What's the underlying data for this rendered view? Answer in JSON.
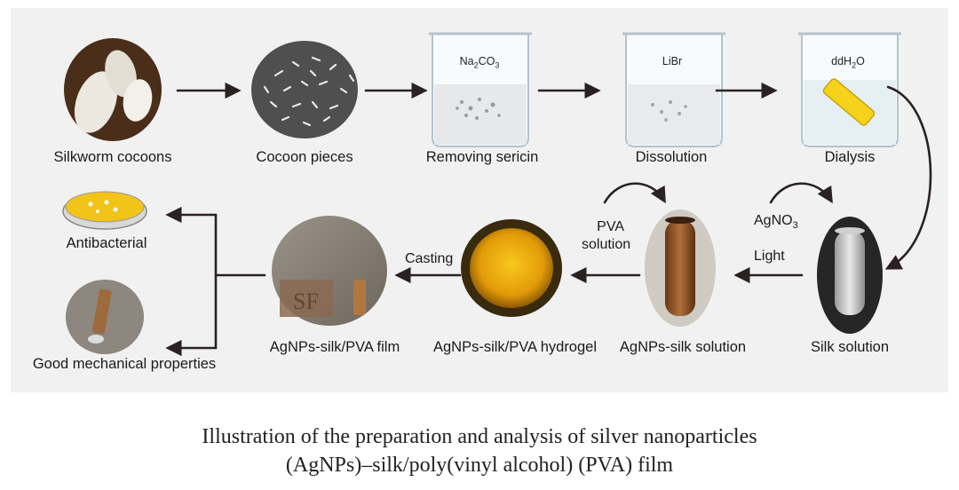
{
  "steps": {
    "silkworm_cocoons": "Silkworm cocoons",
    "cocoon_pieces": "Cocoon pieces",
    "removing_sericin": "Removing sericin",
    "dissolution": "Dissolution",
    "dialysis": "Dialysis",
    "silk_solution": "Silk solution",
    "agnps_silk_solution": "AgNPs-silk solution",
    "hydrogel": "AgNPs-silk/PVA hydrogel",
    "film": "AgNPs-silk/PVA film",
    "antibacterial": "Antibacterial",
    "mechanical": "Good mechanical properties"
  },
  "beakers": {
    "na2co3_main": "Na",
    "na2co3_sub1": "2",
    "na2co3_mid": "CO",
    "na2co3_sub2": "3",
    "libr": "LiBr",
    "ddh2o_main": "ddH",
    "ddh2o_sub": "2",
    "ddh2o_tail": "O"
  },
  "reagents": {
    "agno3_main": "AgNO",
    "agno3_sub": "3",
    "light": "Light",
    "pva_line1": "PVA",
    "pva_line2": "solution",
    "casting": "Casting"
  },
  "caption": {
    "line1": "Illustration of the preparation and analysis of silver nanoparticles",
    "line2": "(AgNPs)–silk/poly(vinyl alcohol) (PVA) film"
  }
}
